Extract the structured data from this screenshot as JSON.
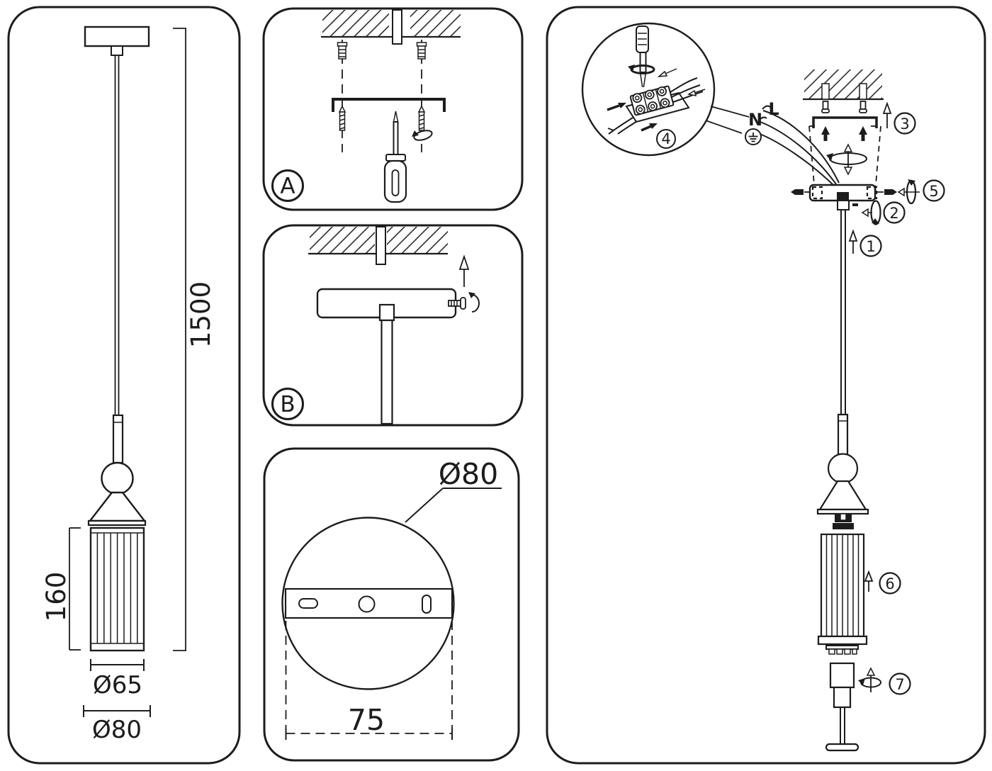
{
  "sheet": {
    "line_color": "#1c1c1c",
    "background": "#ffffff"
  },
  "dimension_panel": {
    "drop_length": "1500",
    "shade_height": "160",
    "shade_diameter": "Ø65",
    "canopy_diameter": "Ø80"
  },
  "step_a": {
    "label": "A"
  },
  "step_b": {
    "label": "B"
  },
  "canopy_detail": {
    "diameter": "Ø80",
    "hole_spacing": "75"
  },
  "assembly": {
    "wire_neutral": "N",
    "wire_live": "L",
    "steps": {
      "step1": "1",
      "step2": "2",
      "step3": "3",
      "step4": "4",
      "step5": "5",
      "step6": "6",
      "step7": "7"
    }
  }
}
